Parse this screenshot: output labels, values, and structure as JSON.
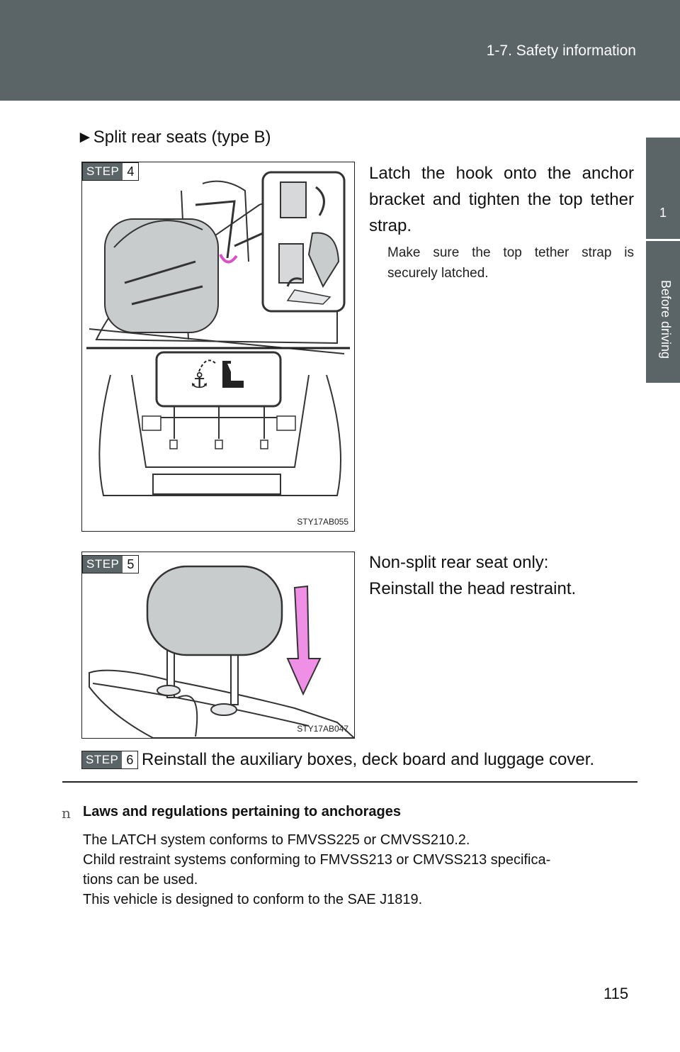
{
  "header": {
    "section": "1-7. Safety information"
  },
  "side_tab": {
    "number": "1",
    "label": "Before driving"
  },
  "section_title": "►Split rear seats (type B)",
  "steps": [
    {
      "step_word": "STEP",
      "number": "4",
      "figure_code": "STY17AB055",
      "instruction": "Latch the hook onto the anchor bracket and tighten the top tether strap.",
      "note": "Make sure the top tether strap is securely latched."
    },
    {
      "step_word": "STEP",
      "number": "5",
      "figure_code": "STY17AB047",
      "instruction_line1": "Non-split rear seat only:",
      "instruction_line2": "Reinstall the head restraint."
    },
    {
      "step_word": "STEP",
      "number": "6",
      "instruction": "Reinstall the auxiliary boxes, deck board and luggage cover."
    }
  ],
  "laws": {
    "bullet": "n",
    "heading": "Laws and regulations pertaining to anchorages",
    "lines": [
      "The LATCH system conforms to FMVSS225 or CMVSS210.2.",
      "Child restraint systems conforming to FMVSS213 or CMVSS213 specifica-",
      "tions can be used.",
      "This vehicle is designed to conform to the SAE J1819."
    ]
  },
  "page_number": "115",
  "colors": {
    "header_gray": "#5b6466",
    "arrow_pink": "#f08fe6",
    "seat_gray": "#c9cccd"
  }
}
